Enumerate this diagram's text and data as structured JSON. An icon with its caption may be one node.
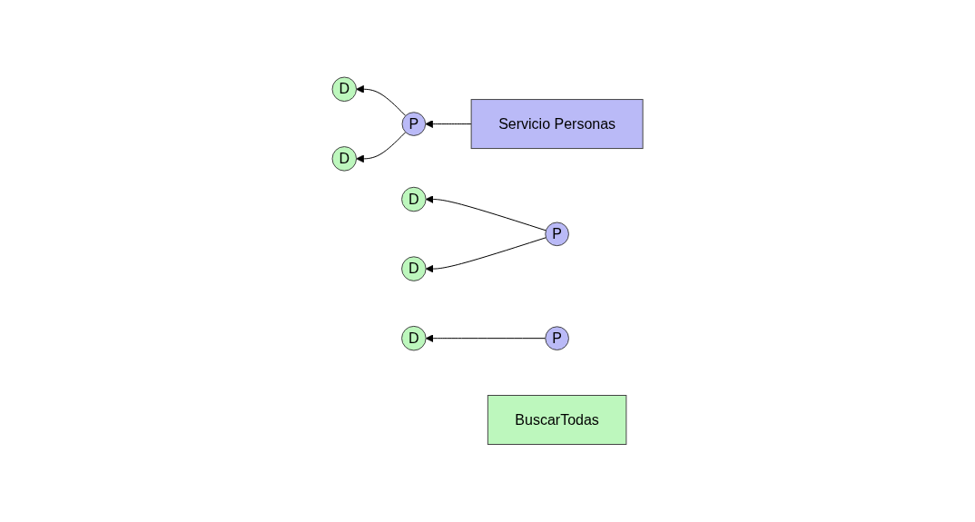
{
  "diagram": {
    "nodes": [
      {
        "text": [
          "P"
        ]
      },
      {
        "text": [
          "P"
        ]
      },
      {
        "text": [
          "P"
        ]
      },
      {
        "text": [
          "Servicio Personas"
        ]
      },
      {
        "text": [
          "BuscarTodas"
        ]
      },
      {
        "text": [
          "D"
        ]
      },
      {
        "text": [
          "D"
        ]
      },
      {
        "text": [
          "D"
        ]
      },
      {
        "text": [
          "D"
        ]
      },
      {
        "text": [
          "D"
        ]
      }
    ],
    "edges": [
      {
        "from": 3,
        "to": 2,
        "arrow": "to"
      },
      {
        "from": 0,
        "to": 9,
        "arrow": "to"
      },
      {
        "from": 1,
        "to": 7,
        "arrow": "to"
      },
      {
        "from": 1,
        "to": 8,
        "arrow": "to"
      },
      {
        "from": 2,
        "to": 5,
        "arrow": "to"
      },
      {
        "from": 2,
        "to": 6,
        "arrow": "to"
      }
    ]
  }
}
